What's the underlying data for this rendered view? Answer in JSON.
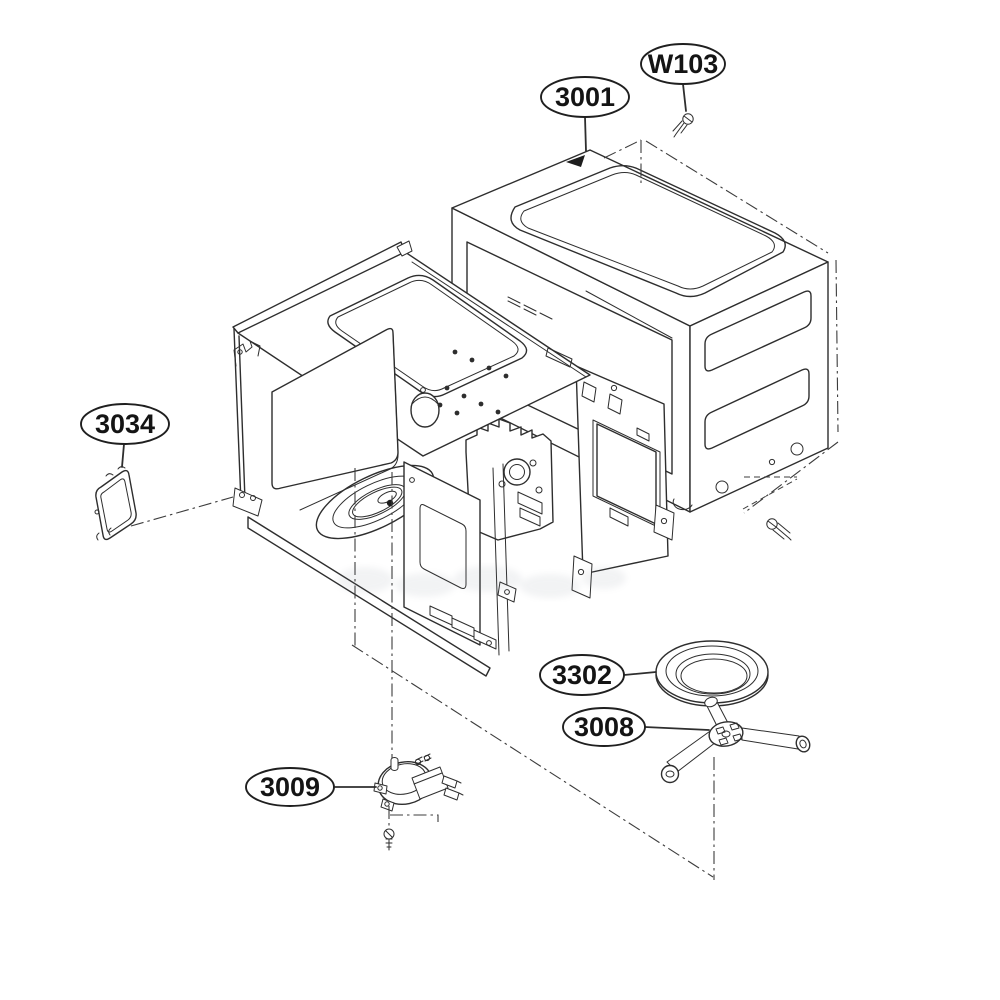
{
  "diagram": {
    "background_color": "#ffffff",
    "line_color": "#2e2e2e",
    "callouts": [
      {
        "label": "3001"
      },
      {
        "label": "W103"
      },
      {
        "label": "3034"
      },
      {
        "label": "3302"
      },
      {
        "label": "3008"
      },
      {
        "label": "3009"
      }
    ]
  }
}
